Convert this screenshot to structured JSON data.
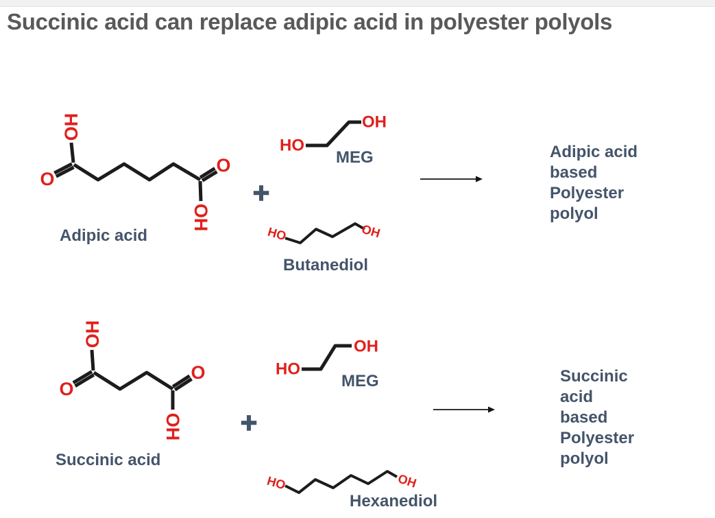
{
  "title": "Succinic acid can replace adipic acid in polyester polyols",
  "colors": {
    "red": "#e0201c",
    "slate": "#44546a",
    "bond": "#1c1c1c",
    "title_gray": "#595959"
  },
  "reaction1": {
    "acid": {
      "label": "Adipic acid",
      "oh_top": "OH",
      "o_left": "O",
      "o_right": "O",
      "oh_bottom": "OH"
    },
    "plus": "+",
    "meg": {
      "label": "MEG",
      "ho": "HO",
      "oh": "OH"
    },
    "diol": {
      "label": "Butanediol",
      "ho": "HO",
      "oh": "OH"
    },
    "arrow": "→",
    "product": "Adipic acid\nbased\nPolyester\npolyol"
  },
  "reaction2": {
    "acid": {
      "label": "Succinic acid",
      "oh_top": "OH",
      "o_left": "O",
      "o_right": "O",
      "oh_bottom": "OH"
    },
    "plus": "+",
    "meg": {
      "label": "MEG",
      "ho": "HO",
      "oh": "OH"
    },
    "diol": {
      "label": "Hexanediol",
      "ho": "HO",
      "oh": "OH"
    },
    "arrow": "→",
    "product": "Succinic\nacid\nbased\nPolyester\npolyol"
  }
}
